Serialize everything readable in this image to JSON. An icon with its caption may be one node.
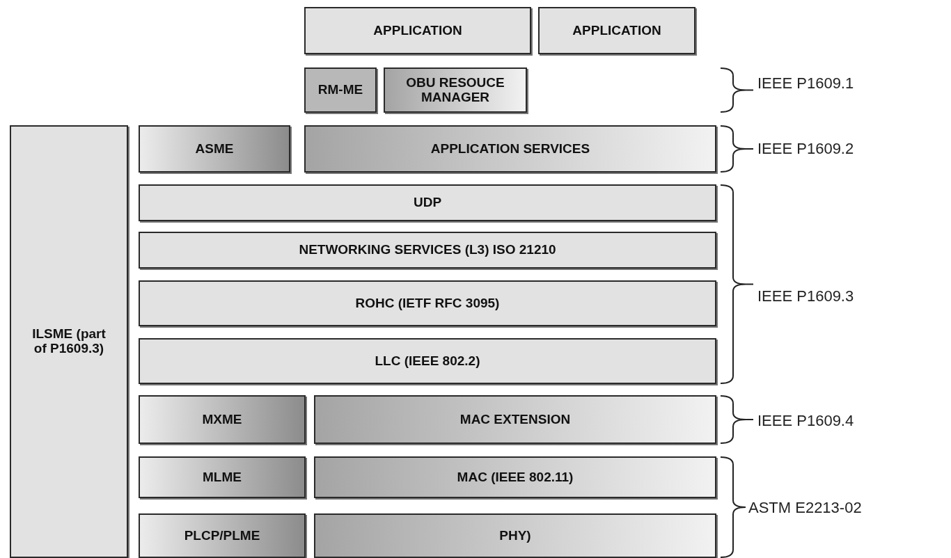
{
  "diagram": {
    "nodes": [
      {
        "text": [
          "APPLICATION"
        ]
      },
      {
        "text": [
          "APPLICATION"
        ]
      },
      {
        "text": [
          "RM-ME"
        ]
      },
      {
        "text": [
          "OBU RESOUCE MANAGER"
        ]
      },
      {
        "text": [
          "ILSME (part of P1609.3)"
        ]
      },
      {
        "text": [
          "ASME"
        ]
      },
      {
        "text": [
          "APPLICATION SERVICES"
        ]
      },
      {
        "text": [
          "UDP"
        ]
      },
      {
        "text": [
          "NETWORKING SERVICES (L3) ISO 21210"
        ]
      },
      {
        "text": [
          "ROHC (IETF RFC 3095)"
        ]
      },
      {
        "text": [
          "LLC (IEEE 802.2)"
        ]
      },
      {
        "text": [
          "MXME"
        ]
      },
      {
        "text": [
          "MAC EXTENSION"
        ]
      },
      {
        "text": [
          "MLME"
        ]
      },
      {
        "text": [
          "MAC (IEEE 802.11)"
        ]
      },
      {
        "text": [
          "PLCP/PLME"
        ]
      },
      {
        "text": [
          "PHY)"
        ]
      }
    ],
    "labels": [
      "IEEE P1609.1",
      "IEEE P1609.2",
      "IEEE P1609.3",
      "IEEE P1609.4",
      "ASTM E2213-02"
    ]
  }
}
